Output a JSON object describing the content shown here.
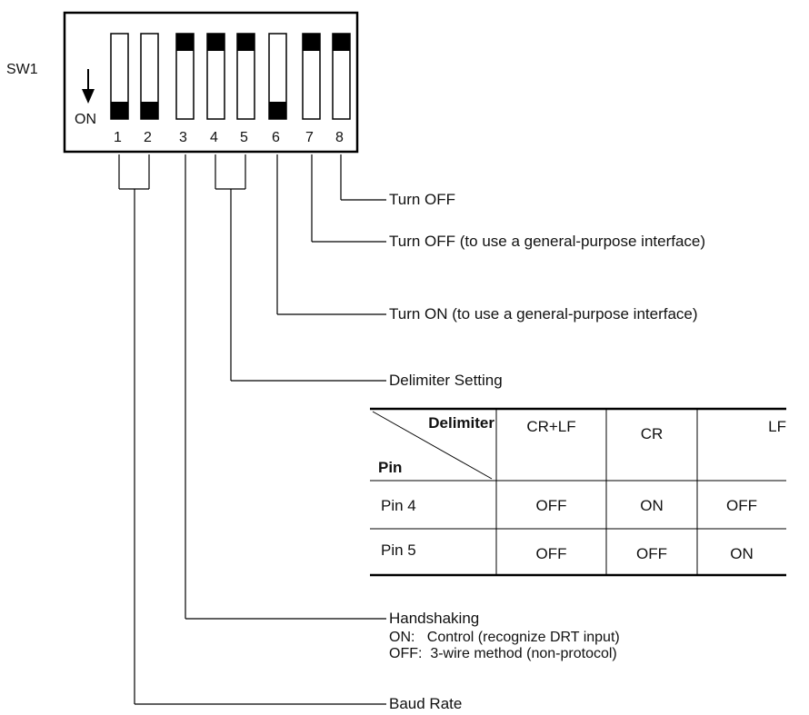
{
  "switch": {
    "label": "SW1",
    "on_label": "ON",
    "pins": [
      {
        "number": "1",
        "state": "ON"
      },
      {
        "number": "2",
        "state": "ON"
      },
      {
        "number": "3",
        "state": "OFF"
      },
      {
        "number": "4",
        "state": "OFF"
      },
      {
        "number": "5",
        "state": "OFF"
      },
      {
        "number": "6",
        "state": "ON"
      },
      {
        "number": "7",
        "state": "OFF"
      },
      {
        "number": "8",
        "state": "OFF"
      }
    ]
  },
  "callouts": {
    "pin8": "Turn OFF",
    "pin7": "Turn OFF (to use a general-purpose interface)",
    "pin6": "Turn ON (to use a general-purpose interface)",
    "pins45": "Delimiter Setting",
    "pin3_title": "Handshaking",
    "pin3_on": "ON:   Control (recognize DRT input)",
    "pin3_off": "OFF:  3-wire method (non-protocol)",
    "pins12": "Baud Rate"
  },
  "delimiter_table": {
    "corner_top": "Delimiter",
    "corner_bottom": "Pin",
    "columns": [
      "CR+LF",
      "CR",
      "LF"
    ],
    "rows": [
      {
        "label": "Pin 4",
        "values": [
          "OFF",
          "ON",
          "OFF"
        ]
      },
      {
        "label": "Pin 5",
        "values": [
          "OFF",
          "OFF",
          "ON"
        ]
      }
    ]
  }
}
